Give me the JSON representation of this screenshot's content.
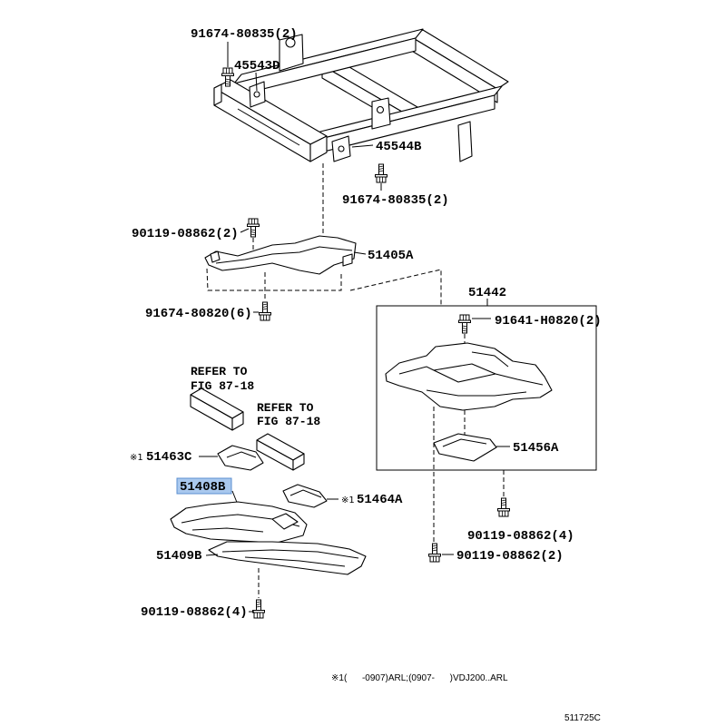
{
  "labels": {
    "bolt_frame_upper": "91674-80835(2)",
    "mount_left": "45543D",
    "mount_right": "45544B",
    "bolt_frame_lower": "91674-80835(2)",
    "bolt_crossmember_upper": "90119-08862(2)",
    "crossmember": "51405A",
    "bolt_crossmember_lower": "91674-80820(6)",
    "cover_assy": "51442",
    "bolt_cover_assy": "91641-H0820(2)",
    "cover_small_left": "51463C",
    "cover_front": "51408B",
    "cover_small_right": "51464A",
    "cover_inner": "51456A",
    "cover_lower": "51409B",
    "bolt_cover_assy_4": "90119-08862(4)",
    "bolt_cover_assy_2": "90119-08862(2)",
    "bolt_cover_lower": "90119-08862(4)"
  },
  "refer": [
    {
      "line1": "REFER TO",
      "line2": "FIG 87-18"
    },
    {
      "line1": "REFER TO",
      "line2": "FIG 87-18"
    }
  ],
  "footnote_marker": "※1",
  "footnote": "※1(      -0907)ARL;(0907-      )VDJ200..ARL",
  "figure_code": "511725C",
  "colors": {
    "highlight": "#a9c8ee",
    "highlight_border": "#5b8fd0",
    "line": "#000000"
  }
}
